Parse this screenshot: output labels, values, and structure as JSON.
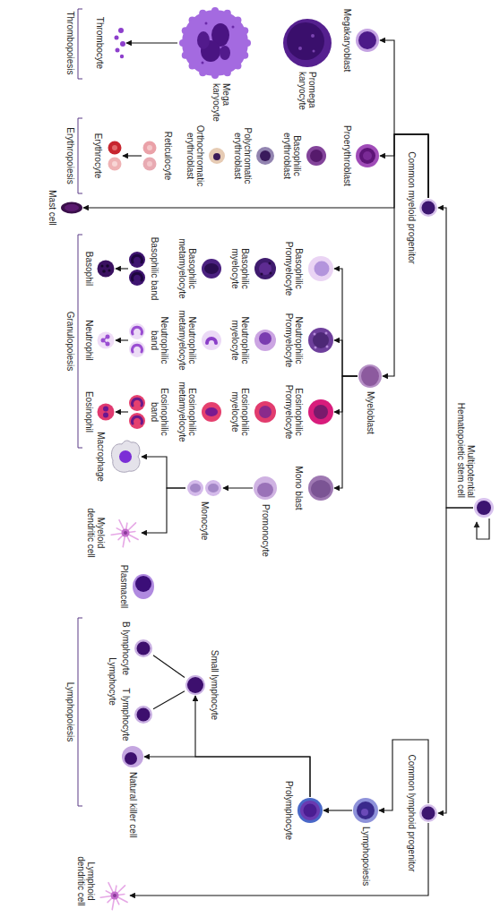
{
  "diagram": {
    "nodes": [
      {
        "text": [
          "Multipotential Hematopoietic stem cell"
        ]
      },
      {
        "text": [
          "Common myeloid progenitor"
        ]
      },
      {
        "text": [
          "Megakaryoblast"
        ]
      },
      {
        "text": [
          "Promega karyocyte"
        ]
      },
      {
        "text": [
          "Mega karyocyte"
        ]
      },
      {
        "text": [
          "Thrombocyte"
        ]
      },
      {
        "text": [
          "Proerythroblast"
        ]
      },
      {
        "text": [
          "Basophilic erythroblast"
        ]
      },
      {
        "text": [
          "Polychromatic erythroblast"
        ]
      },
      {
        "text": [
          "Orthochromatic erythroblast"
        ]
      },
      {
        "text": [
          "Reticulocyte"
        ]
      },
      {
        "text": [
          "Erythrocyte"
        ]
      },
      {
        "text": [
          "Mast cell"
        ]
      },
      {
        "text": [
          "Myeloblast"
        ]
      },
      {
        "text": [
          "Basophilic Promyelocyte"
        ]
      },
      {
        "text": [
          "Basophilic myelocyte"
        ]
      },
      {
        "text": [
          "Basophilic metamyelocyte"
        ]
      },
      {
        "text": [
          "Basophilic band"
        ]
      },
      {
        "text": [
          "Basophil"
        ]
      },
      {
        "text": [
          "Neutrophilic Promyelocyte"
        ]
      },
      {
        "text": [
          "Neutrophilic myelocyte"
        ]
      },
      {
        "text": [
          "Neutrophilic metamyelocyte"
        ]
      },
      {
        "text": [
          "Neutrophilic band"
        ]
      },
      {
        "text": [
          "Neutrophil"
        ]
      },
      {
        "text": [
          "Eosinophilic Promyelocyte"
        ]
      },
      {
        "text": [
          "Eosinophilic myelocyte"
        ]
      },
      {
        "text": [
          "Eosinophilic metamyelocyte"
        ]
      },
      {
        "text": [
          "Eosinophilic band"
        ]
      },
      {
        "text": [
          "Eosinophil"
        ]
      },
      {
        "text": [
          "Mono blast"
        ]
      },
      {
        "text": [
          "Promonocyte"
        ]
      },
      {
        "text": [
          "Monocyte"
        ]
      },
      {
        "text": [
          "Macrophage"
        ]
      },
      {
        "text": [
          "Myeloid dendritic cell"
        ]
      },
      {
        "text": [
          "Common lymphoid progenitor"
        ]
      },
      {
        "text": [
          "Lymphopoiesis"
        ]
      },
      {
        "text": [
          "Prolymphocyte"
        ]
      },
      {
        "text": [
          "Small lymphocyte"
        ]
      },
      {
        "text": [
          "B lymphocyte"
        ]
      },
      {
        "text": [
          "T lymphocyte"
        ]
      },
      {
        "text": [
          "Plasmacell"
        ]
      },
      {
        "text": [
          "Natural killer cell"
        ]
      },
      {
        "text": [
          "Lymphoid dendritic cell"
        ]
      }
    ],
    "edges": [
      {
        "from": 0,
        "to": 1,
        "arrow": "to"
      },
      {
        "from": 0,
        "to": 34,
        "arrow": "to"
      },
      {
        "from": 1,
        "to": 2,
        "arrow": "to"
      },
      {
        "from": 1,
        "to": 6,
        "arrow": "to"
      },
      {
        "from": 1,
        "to": 12,
        "arrow": "to"
      },
      {
        "from": 1,
        "to": 13,
        "arrow": "to"
      },
      {
        "from": 4,
        "to": 5,
        "arrow": "to"
      },
      {
        "from": 10,
        "to": 11,
        "arrow": "to"
      },
      {
        "from": 13,
        "to": 14,
        "arrow": "to"
      },
      {
        "from": 13,
        "to": 19,
        "arrow": "to"
      },
      {
        "from": 13,
        "to": 24,
        "arrow": "to"
      },
      {
        "from": 13,
        "to": 29,
        "arrow": "to"
      },
      {
        "from": 17,
        "to": 18,
        "arrow": "to"
      },
      {
        "from": 22,
        "to": 23,
        "arrow": "to"
      },
      {
        "from": 27,
        "to": 28,
        "arrow": "to"
      },
      {
        "from": 30,
        "to": 31,
        "arrow": "to"
      },
      {
        "from": 31,
        "to": 32,
        "arrow": "to"
      },
      {
        "from": 31,
        "to": 33,
        "arrow": "to"
      },
      {
        "from": 34,
        "to": 35,
        "arrow": "to"
      },
      {
        "from": 34,
        "to": 42,
        "arrow": "to"
      },
      {
        "from": 35,
        "to": 36,
        "arrow": "to"
      },
      {
        "from": 36,
        "to": 37,
        "arrow": "to"
      },
      {
        "from": 36,
        "to": 41,
        "arrow": "to"
      },
      {
        "from": 37,
        "to": 38,
        "arrow": "none"
      },
      {
        "from": 37,
        "to": 39,
        "arrow": "none"
      }
    ],
    "labels": [
      "Thrombopoiesis",
      "Erythropoiesis",
      "Granulopoiesis",
      "Lymphocyte",
      "Lymphopoiesis"
    ]
  }
}
